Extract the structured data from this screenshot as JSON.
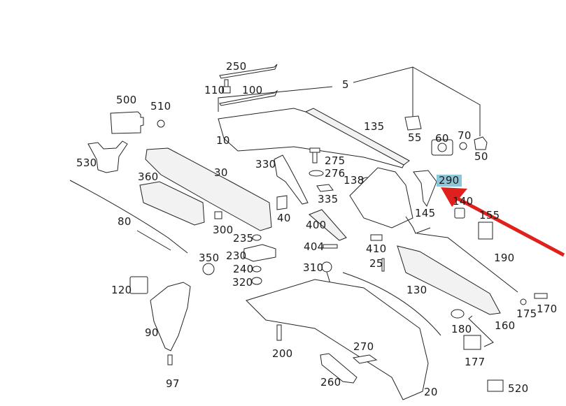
{
  "diagram": {
    "title": "",
    "description": "Exploded parts diagram of a rear bumper assembly with numbered callouts",
    "highlighted_callout": "290",
    "highlight_color": "#8cc6d9",
    "arrow_color": "#e0201c",
    "arrow_target": "290",
    "callouts": {
      "c250": "250",
      "c110": "110",
      "c100": "100",
      "c5": "5",
      "c500": "500",
      "c510": "510",
      "c10": "10",
      "c135": "135",
      "c55": "55",
      "c60": "60",
      "c70": "70",
      "c50": "50",
      "c530": "530",
      "c330": "330",
      "c275": "275",
      "c276": "276",
      "c138": "138",
      "c360": "360",
      "c30": "30",
      "c290": "290",
      "c335": "335",
      "c140": "140",
      "c145": "145",
      "c155": "155",
      "c80": "80",
      "c300": "300",
      "c40": "40",
      "c400": "400",
      "c235": "235",
      "c230": "230",
      "c404": "404",
      "c410": "410",
      "c350": "350",
      "c240": "240",
      "c25": "25",
      "c190": "190",
      "c310": "310",
      "c320": "320",
      "c120": "120",
      "c130": "130",
      "c175": "175",
      "c170": "170",
      "c90": "90",
      "c180": "180",
      "c160": "160",
      "c270": "270",
      "c200": "200",
      "c177": "177",
      "c97": "97",
      "c260": "260",
      "c20": "20",
      "c520": "520"
    }
  }
}
